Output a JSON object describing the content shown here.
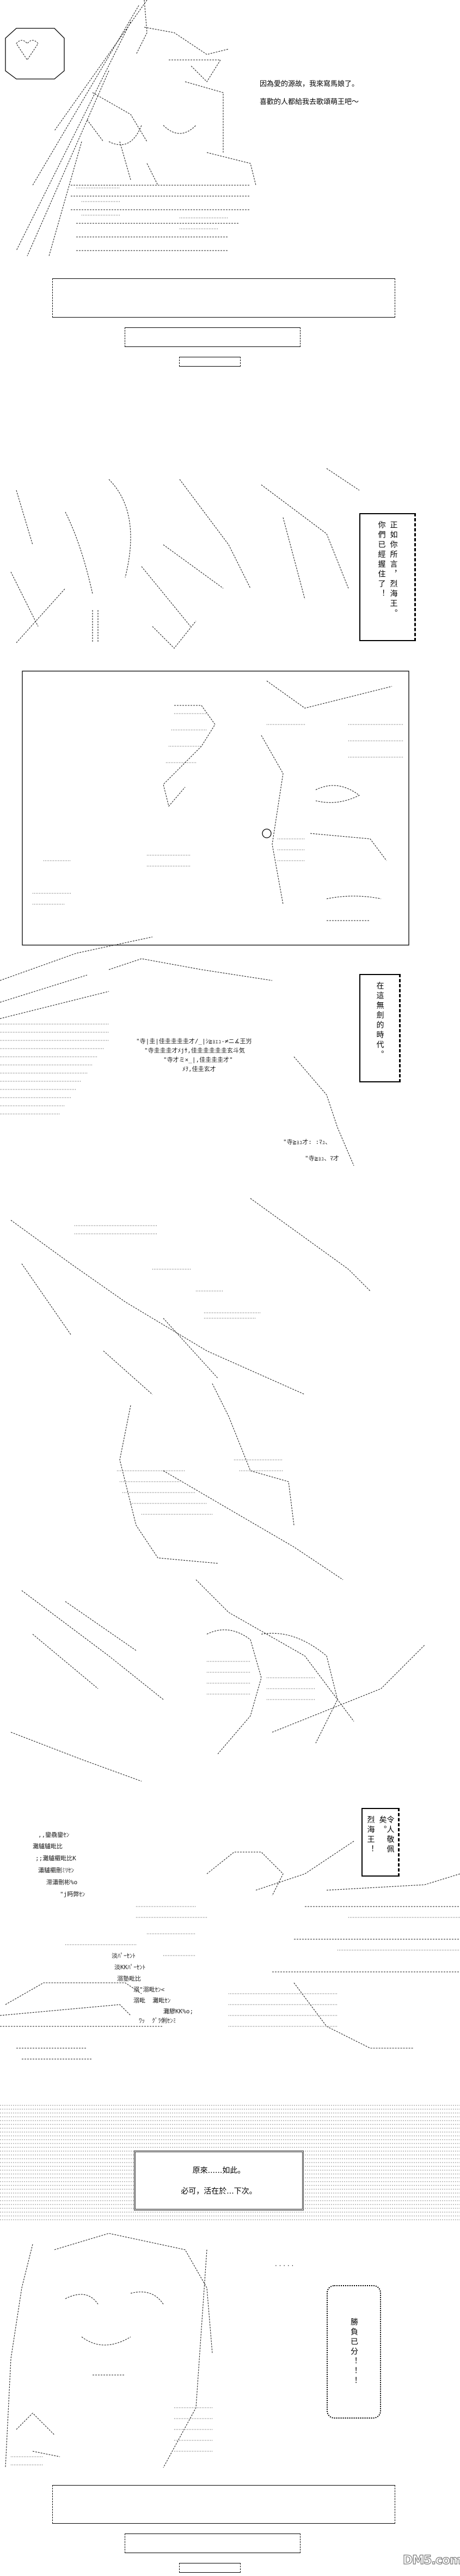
{
  "intro": {
    "line1": "因為愛的源故，我來寫馬娘了。",
    "line2": "喜歡的人都給我去歌頌萌王吧～"
  },
  "captions": {
    "box1_col1": "正如你所言，烈海王。",
    "box1_col2": "你們已經握住了！",
    "box2_col1": "在這無劍的時代。",
    "box3_col1": "令人敬佩矣。",
    "box3_col2": "烈海王！",
    "dotted_line1": "原來......如此。",
    "dotted_line2": "必可，活在於...下次。",
    "final_col1": "勝負已分！！！"
  },
  "aa_fragments": {
    "heart": "♡",
    "kanji_wave1": "\"寺|圭|佳圭圭圭圭才/_|ｼ≧ｮｪｭ-≠ニ∡王屶",
    "kanji_wave2": "\"寺圭圭圭才ﾒjｻ,佳圭圭圭圭圭玄斗気",
    "kanji_wave3": "\"寺才ミ×_|,佳圭圭圭才\"",
    "kanji_wave4": "ﾒｦ,佳圭玄才",
    "kanji_wave5": "\"寺≧ｮｭ才: :ﾏｭ、",
    "kanji_wave6": "\"寺≧ｮｭ、ﾏ才",
    "blood1": ",,鑾驫鑾ｾﾝ",
    "blood2": "灘驢驢毗比",
    "blood3": ";;灘驢欟毗比K",
    "blood4": "瀟驢欟刪ﾐﾘｾﾝ",
    "blood5": "滞瀟刪彬%o",
    "blood6": "\"j眄弊ｾﾝ",
    "spray1": "淡ﾊﾟｰｾﾝﾄ",
    "spray2": "淡KKﾊﾟｰｾﾝﾄ",
    "spray3": "溺塾毗比",
    "spray4": "溺\"溺毗ｾﾝ<",
    "spray5": "溺毗  灘毗ｾﾝ",
    "spray6": "灘驂KK%o;",
    "spray7": "ﾜｯ  ｸﾞﾗ俐ｾﾝﾐ"
  },
  "watermark": "DM5.com"
}
